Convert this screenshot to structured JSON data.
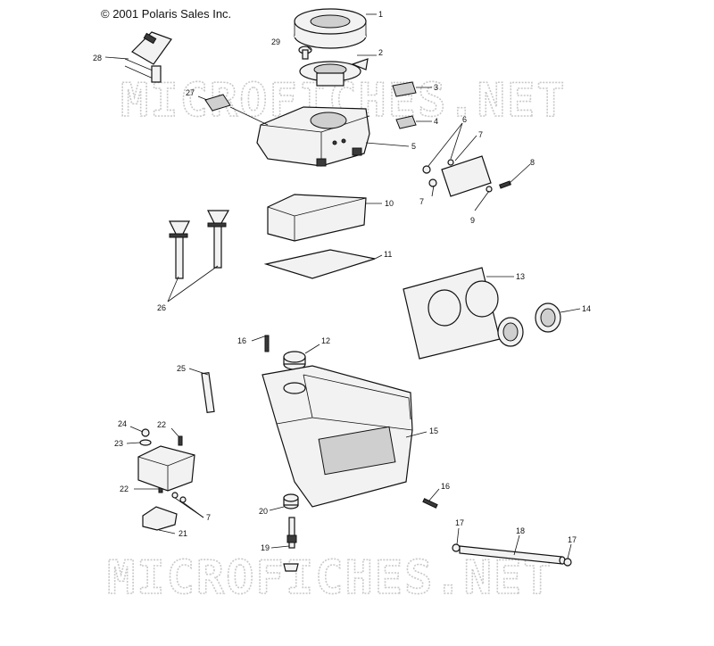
{
  "copyright": "© 2001 Polaris Sales Inc.",
  "watermark": "MICROFICHES.NET",
  "labels": {
    "l1": "1",
    "l2": "2",
    "l3": "3",
    "l4": "4",
    "l5": "5",
    "l6": "6",
    "l7a": "7",
    "l7b": "7",
    "l7c": "7",
    "l8": "8",
    "l9": "9",
    "l10": "10",
    "l11": "11",
    "l12": "12",
    "l13": "13",
    "l14": "14",
    "l15": "15",
    "l16a": "16",
    "l16b": "16",
    "l17a": "17",
    "l17b": "17",
    "l18": "18",
    "l19": "19",
    "l20": "20",
    "l21": "21",
    "l22a": "22",
    "l22b": "22",
    "l23": "23",
    "l24": "24",
    "l25": "25",
    "l26": "26",
    "l27": "27",
    "l28": "28",
    "l29": "29"
  }
}
